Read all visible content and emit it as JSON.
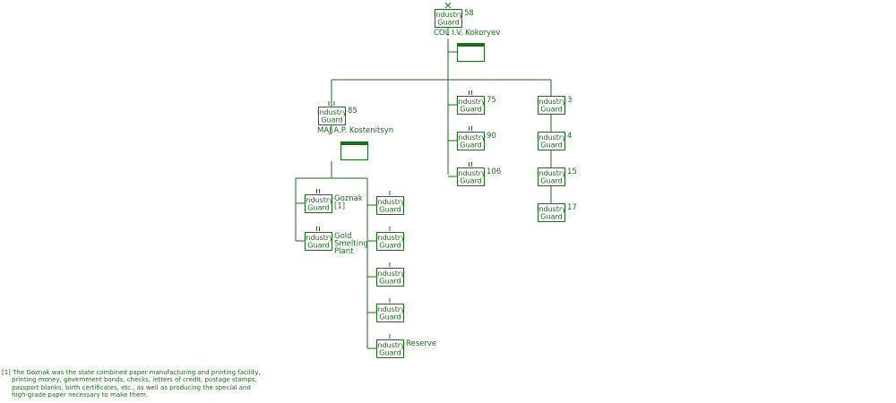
{
  "colors": {
    "line": "#1a6b1a",
    "text": "#1a6b1a",
    "flag": "#1a6b1a"
  },
  "hq": {
    "label_line1": "Industry",
    "label_line2": "Guard",
    "number": "58",
    "commander": "COL  I.V. Kokoryev",
    "size_symbol": "X"
  },
  "sub_hq": {
    "label_line1": "Industry",
    "label_line2": "Guard",
    "number": "85",
    "commander": "MAJ  A.P. Kostenitsyn",
    "size_symbol": "III"
  },
  "center_column": [
    {
      "label_line1": "Industry",
      "label_line2": "Guard",
      "number": "75",
      "size_symbol": "II"
    },
    {
      "label_line1": "Industry",
      "label_line2": "Guard",
      "number": "90",
      "size_symbol": "II"
    },
    {
      "label_line1": "Industry",
      "label_line2": "Guard",
      "number": "106",
      "size_symbol": "II"
    }
  ],
  "right_column": [
    {
      "label_line1": "Industry",
      "label_line2": "Guard",
      "number": "3",
      "size_symbol": "I"
    },
    {
      "label_line1": "Industry",
      "label_line2": "Guard",
      "number": "4",
      "size_symbol": "I"
    },
    {
      "label_line1": "Industry",
      "label_line2": "Guard",
      "number": "15",
      "size_symbol": "I"
    },
    {
      "label_line1": "Industry",
      "label_line2": "Guard",
      "number": "17",
      "size_symbol": "I"
    }
  ],
  "sub_left_column": [
    {
      "label_line1": "Industry",
      "label_line2": "Guard",
      "size_symbol": "II",
      "note_lines": [
        "Goznak",
        "[1]"
      ]
    },
    {
      "label_line1": "Industry",
      "label_line2": "Guard",
      "size_symbol": "II",
      "note_lines": [
        "Gold",
        "Smelting",
        "Plant"
      ]
    }
  ],
  "sub_right_column": [
    {
      "label_line1": "Industry",
      "label_line2": "Guard",
      "size_symbol": "I",
      "note_lines": []
    },
    {
      "label_line1": "Industry",
      "label_line2": "Guard",
      "size_symbol": "I",
      "note_lines": []
    },
    {
      "label_line1": "Industry",
      "label_line2": "Guard",
      "size_symbol": "I",
      "note_lines": []
    },
    {
      "label_line1": "Industry",
      "label_line2": "Guard",
      "size_symbol": "I",
      "note_lines": []
    },
    {
      "label_line1": "Industry",
      "label_line2": "Guard",
      "size_symbol": "I",
      "note_lines": [
        "Reserve"
      ]
    }
  ],
  "footnote": "[1] The Goznak was the state combined paper manufacturing and printing facility,\n     printing money, government bonds, checks, letters of credit, postage stamps,\n     passport blanks, birth certificates, etc., as well as producing the special and\n     high-grade paper necessary to make them."
}
